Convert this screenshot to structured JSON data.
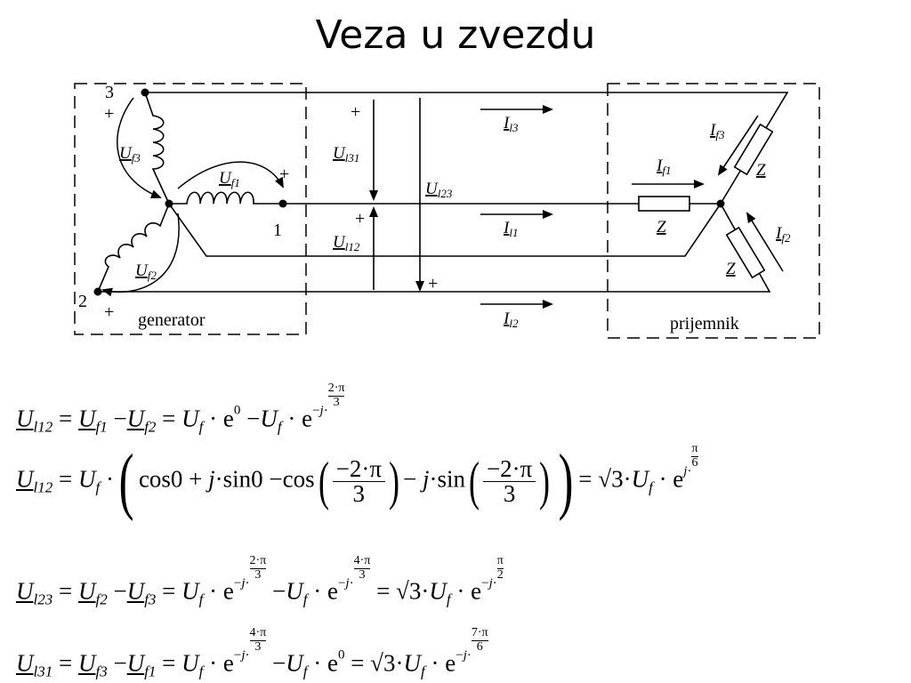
{
  "title": "Veza u zvezdu",
  "diagram": {
    "node_1": "1",
    "node_2": "2",
    "node_3": "3",
    "plus": "+",
    "generator_label": "generator",
    "receiver_label": "prijemnik",
    "uf1": {
      "main": "U",
      "sub": "f1"
    },
    "uf2": {
      "main": "U",
      "sub": "f2"
    },
    "uf3": {
      "main": "U",
      "sub": "f3"
    },
    "ul12": {
      "main": "U",
      "sub": "l12"
    },
    "ul23": {
      "main": "U",
      "sub": "l23"
    },
    "ul31": {
      "main": "U",
      "sub": "l31"
    },
    "il1": {
      "main": "I",
      "sub": "l1"
    },
    "il2": {
      "main": "I",
      "sub": "l2"
    },
    "il3": {
      "main": "I",
      "sub": "l3"
    },
    "if1": {
      "main": "I",
      "sub": "f1"
    },
    "if2": {
      "main": "I",
      "sub": "f2"
    },
    "if3": {
      "main": "I",
      "sub": "f3"
    },
    "z": "Z"
  },
  "equations": {
    "eq1": "U_l12 = U_f1 − U_f2 = U_f · e^0 − U_f · e^(−j·2·π/3)",
    "eq2": "U_l12 = U_f · (cos0 + j·sin0 − cos((−2·π)/3) − j·sin((−2·π)/3)) = √3·U_f · e^(j·π/6)",
    "eq3": "U_l23 = U_f2 − U_f3 = U_f · e^(−j·2·π/3) − U_f · e^(−j·4·π/3) = √3·U_f · e^(−j·π/2)",
    "eq4": "U_l31 = U_f3 − U_f1 = U_f · e^(−j·4·π/3) − U_f · e^0 = √3·U_f · e^(−j·7·π/6)"
  }
}
